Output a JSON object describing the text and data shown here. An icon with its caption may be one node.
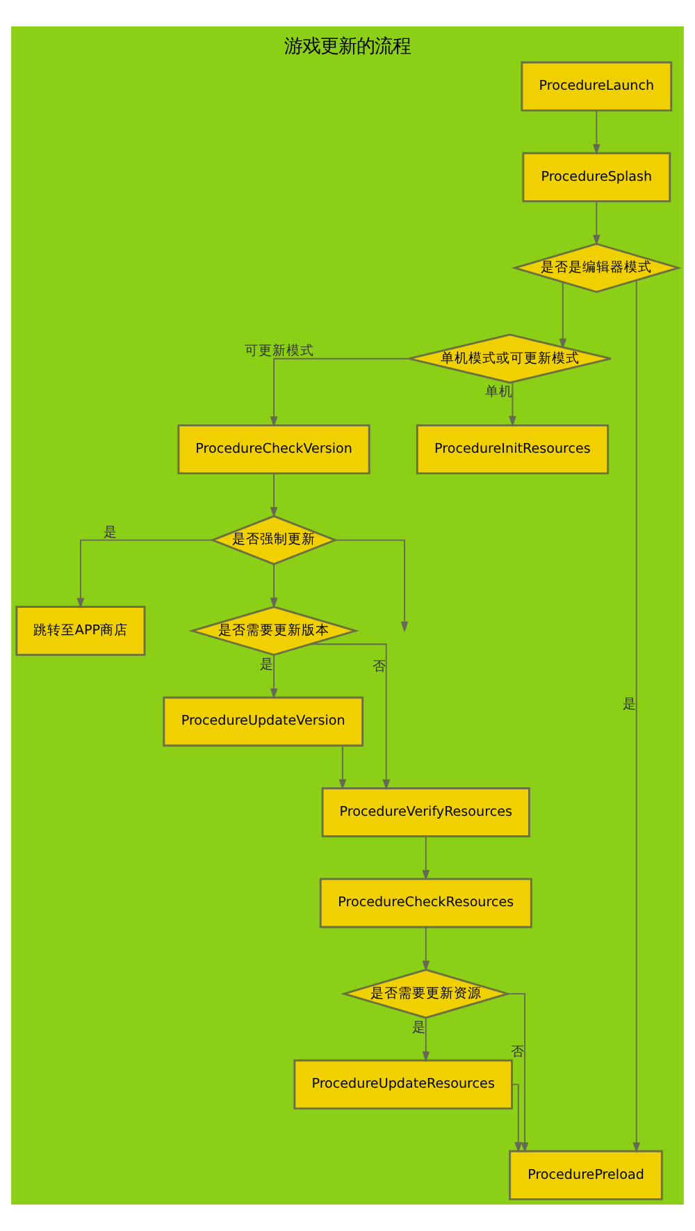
{
  "diagram": {
    "title": "游戏更新的流程",
    "nodes": [
      {
        "text": [
          "ProcedureLaunch"
        ]
      },
      {
        "text": [
          "ProcedureSplash"
        ]
      },
      {
        "text": [
          "是否是编辑器模式"
        ]
      },
      {
        "text": [
          "单机模式或可更新模式"
        ]
      },
      {
        "text": [
          "ProcedureCheckVersion"
        ]
      },
      {
        "text": [
          "ProcedureInitResources"
        ]
      },
      {
        "text": [
          "是否强制更新"
        ]
      },
      {
        "text": [
          "跳转至APP商店"
        ]
      },
      {
        "text": [
          "是否需要更新版本"
        ]
      },
      {
        "text": [
          "ProcedureUpdateVersion"
        ]
      },
      {
        "text": [
          "ProcedureVerifyResources"
        ]
      },
      {
        "text": [
          "ProcedureCheckResources"
        ]
      },
      {
        "text": [
          "是否需要更新资源"
        ]
      },
      {
        "text": [
          "ProcedureUpdateResources"
        ]
      },
      {
        "text": [
          "ProcedurePreload"
        ]
      }
    ],
    "edges": [
      {
        "from": 0,
        "to": 1,
        "arrow": "to"
      },
      {
        "from": 1,
        "to": 2,
        "arrow": "to"
      },
      {
        "from": 2,
        "to": 14,
        "arrow": "to",
        "label": "是"
      },
      {
        "from": 2,
        "to": 3,
        "arrow": "to"
      },
      {
        "from": 3,
        "to": 4,
        "arrow": "to",
        "label": "可更新模式"
      },
      {
        "from": 3,
        "to": 5,
        "arrow": "to",
        "label": "单机"
      },
      {
        "from": 4,
        "to": 6,
        "arrow": "to"
      },
      {
        "from": 6,
        "to": 7,
        "arrow": "to",
        "label": "是"
      },
      {
        "from": 6,
        "to": null,
        "arrow": "to"
      },
      {
        "from": 6,
        "to": 8,
        "arrow": "to"
      },
      {
        "from": 8,
        "to": 9,
        "arrow": "to",
        "label": "是"
      },
      {
        "from": 8,
        "to": 10,
        "arrow": "to",
        "label": "否"
      },
      {
        "from": 9,
        "to": 10,
        "arrow": "to"
      },
      {
        "from": 10,
        "to": 11,
        "arrow": "to"
      },
      {
        "from": 11,
        "to": 12,
        "arrow": "to"
      },
      {
        "from": 12,
        "to": 13,
        "arrow": "to",
        "label": "是"
      },
      {
        "from": 12,
        "to": 14,
        "arrow": "to",
        "label": "否"
      },
      {
        "from": 13,
        "to": 14,
        "arrow": "to"
      }
    ]
  }
}
